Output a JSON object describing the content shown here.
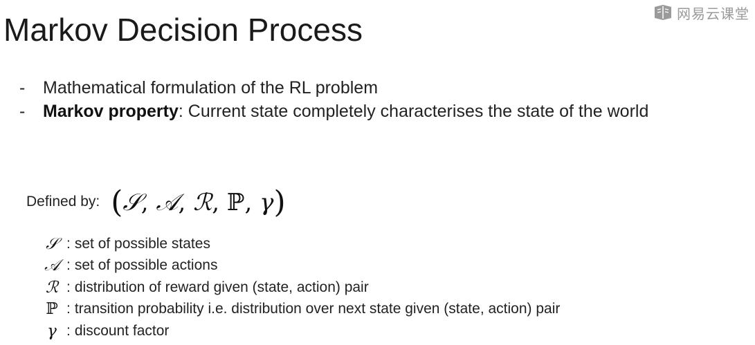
{
  "title": "Markov Decision Process",
  "watermark": {
    "text": "网易云课堂",
    "icon": "netease-cloud-classroom-logo-icon"
  },
  "bullets": [
    {
      "dash": "-",
      "bold": "",
      "text": "Mathematical formulation of the RL problem"
    },
    {
      "dash": "-",
      "bold": "Markov property",
      "text": ": Current state completely characterises the state of the world"
    }
  ],
  "defined_by": {
    "label": "Defined by:",
    "open_paren": "(",
    "close_paren": ")",
    "comma": ",",
    "symbols": [
      "𝒮",
      "𝒜",
      "ℛ",
      "ℙ",
      "γ"
    ]
  },
  "definitions": [
    {
      "symbol": "𝒮",
      "separator": ":",
      "text": "set of possible states"
    },
    {
      "symbol": "𝒜",
      "separator": ":",
      "text": "set of possible actions"
    },
    {
      "symbol": "ℛ",
      "separator": ":",
      "text": "distribution of reward given (state, action) pair"
    },
    {
      "symbol": "ℙ",
      "separator": ":",
      "text": "transition probability i.e. distribution over next state given (state, action) pair"
    },
    {
      "symbol": "γ",
      "separator": ":",
      "text": "discount factor"
    }
  ]
}
